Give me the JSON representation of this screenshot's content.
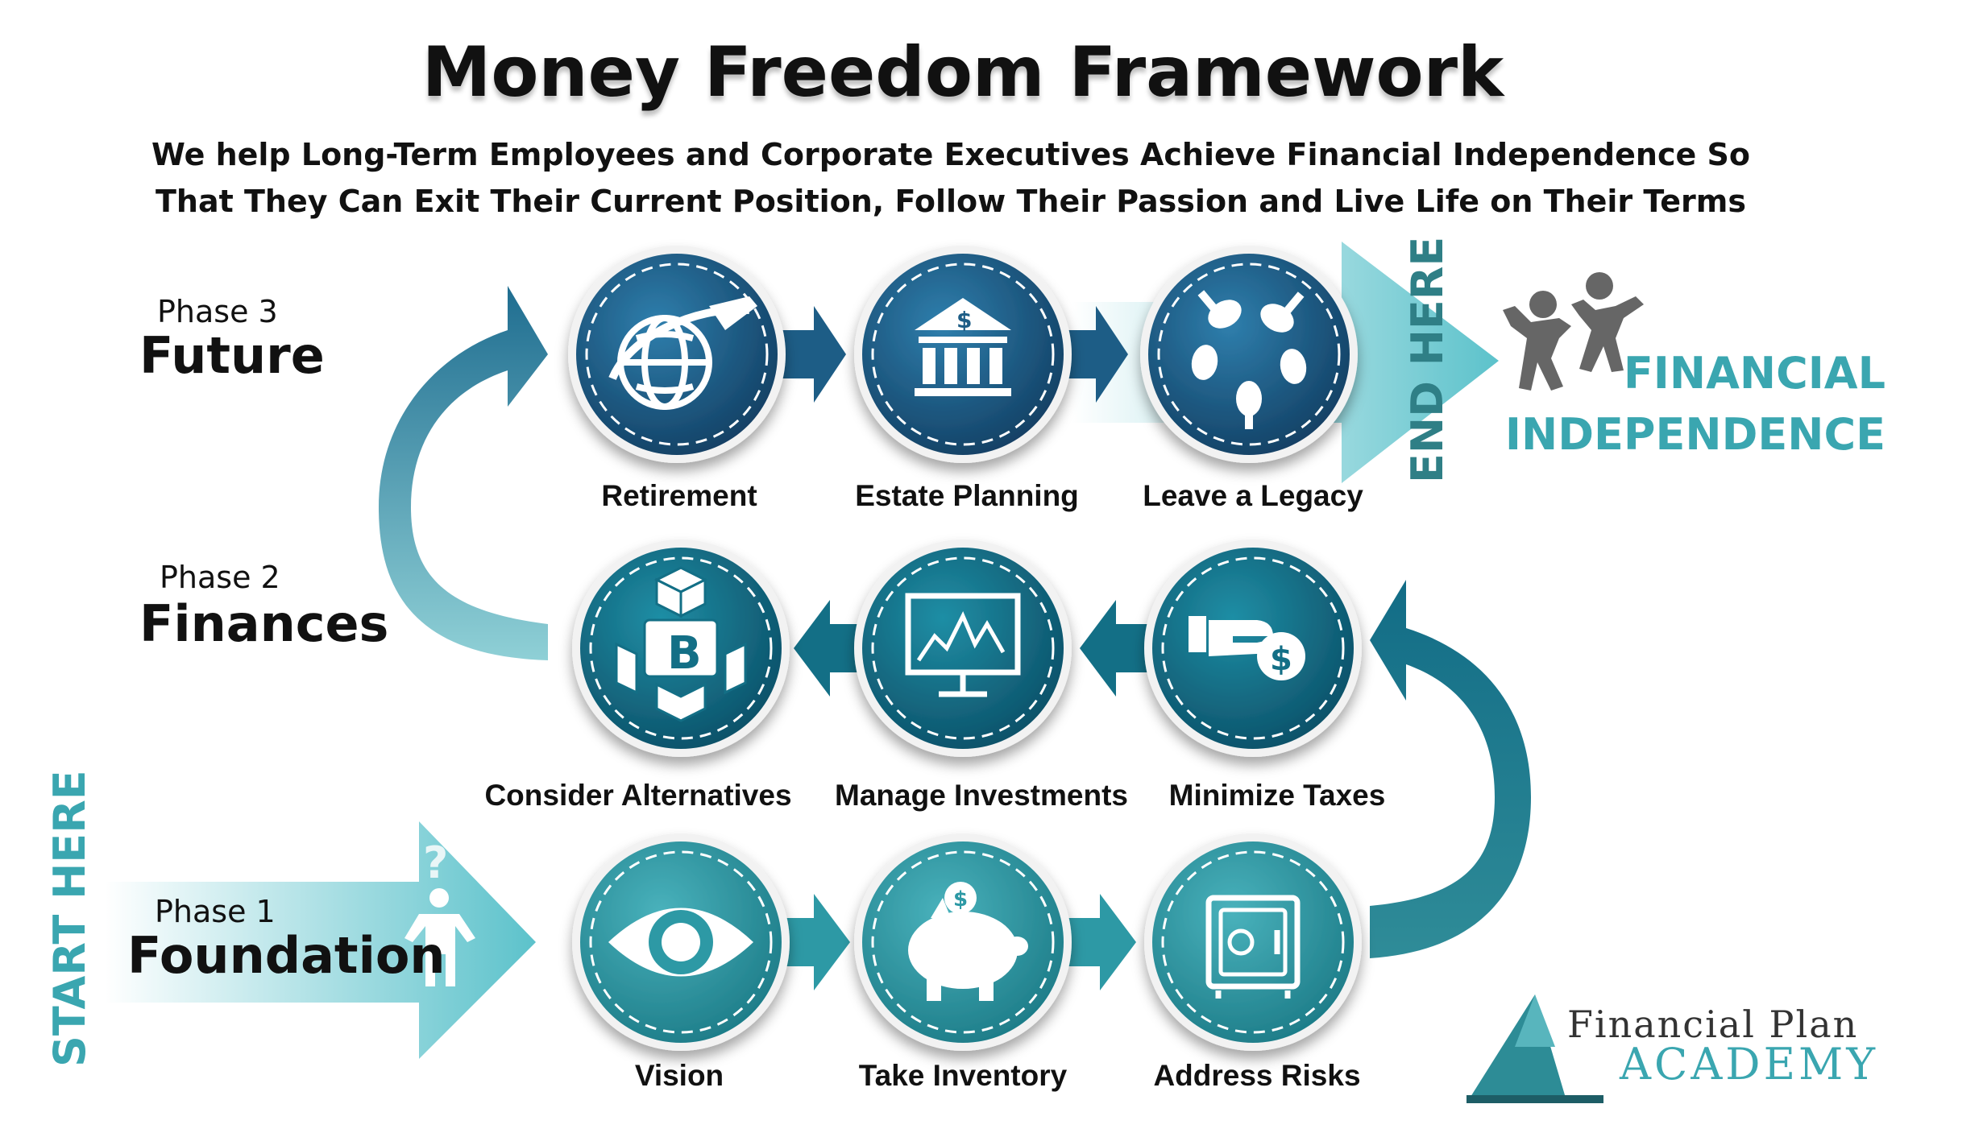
{
  "title": "Money Freedom Framework",
  "subtitle": {
    "line1": "We help Long-Term Employees and Corporate Executives Achieve Financial Independence So",
    "line2": "That They Can Exit Their Current Position, Follow Their Passion and Live Life on Their Terms"
  },
  "phases": {
    "phase3": {
      "small": "Phase 3",
      "big": "Future"
    },
    "phase2": {
      "small": "Phase 2",
      "big": "Finances"
    },
    "phase1": {
      "small": "Phase 1",
      "big": "Foundation"
    }
  },
  "steps": {
    "retirement": "Retirement",
    "estate_planning": "Estate Planning",
    "leave_a_legacy": "Leave a Legacy",
    "consider_alternatives": "Consider Alternatives",
    "manage_investments": "Manage Investments",
    "minimize_taxes": "Minimize Taxes",
    "vision": "Vision",
    "take_inventory": "Take Inventory",
    "address_risks": "Address Risks"
  },
  "start_here": "START HERE",
  "end_here": "END HERE",
  "goal": {
    "line1": "FINANCIAL",
    "line2": "INDEPENDENCE"
  },
  "logo": {
    "line1": "Financial Plan",
    "line2": "ACADEMY"
  },
  "icons": {
    "retirement": "globe-plane-icon",
    "estate_planning": "bank-icon",
    "leave_a_legacy": "hands-circle-icon",
    "consider_alternatives": "bitcoin-blocks-icon",
    "manage_investments": "monitor-chart-icon",
    "minimize_taxes": "hand-coin-icon",
    "vision": "eye-icon",
    "take_inventory": "piggy-bank-icon",
    "address_risks": "safe-icon",
    "goal": "dancing-people-icon",
    "start": "person-question-icon"
  },
  "colors": {
    "phase3_blue": "#1d5d86",
    "phase2_teal": "#136f86",
    "phase1_teal": "#2d99a5",
    "accent_text": "#3aa6b0"
  }
}
